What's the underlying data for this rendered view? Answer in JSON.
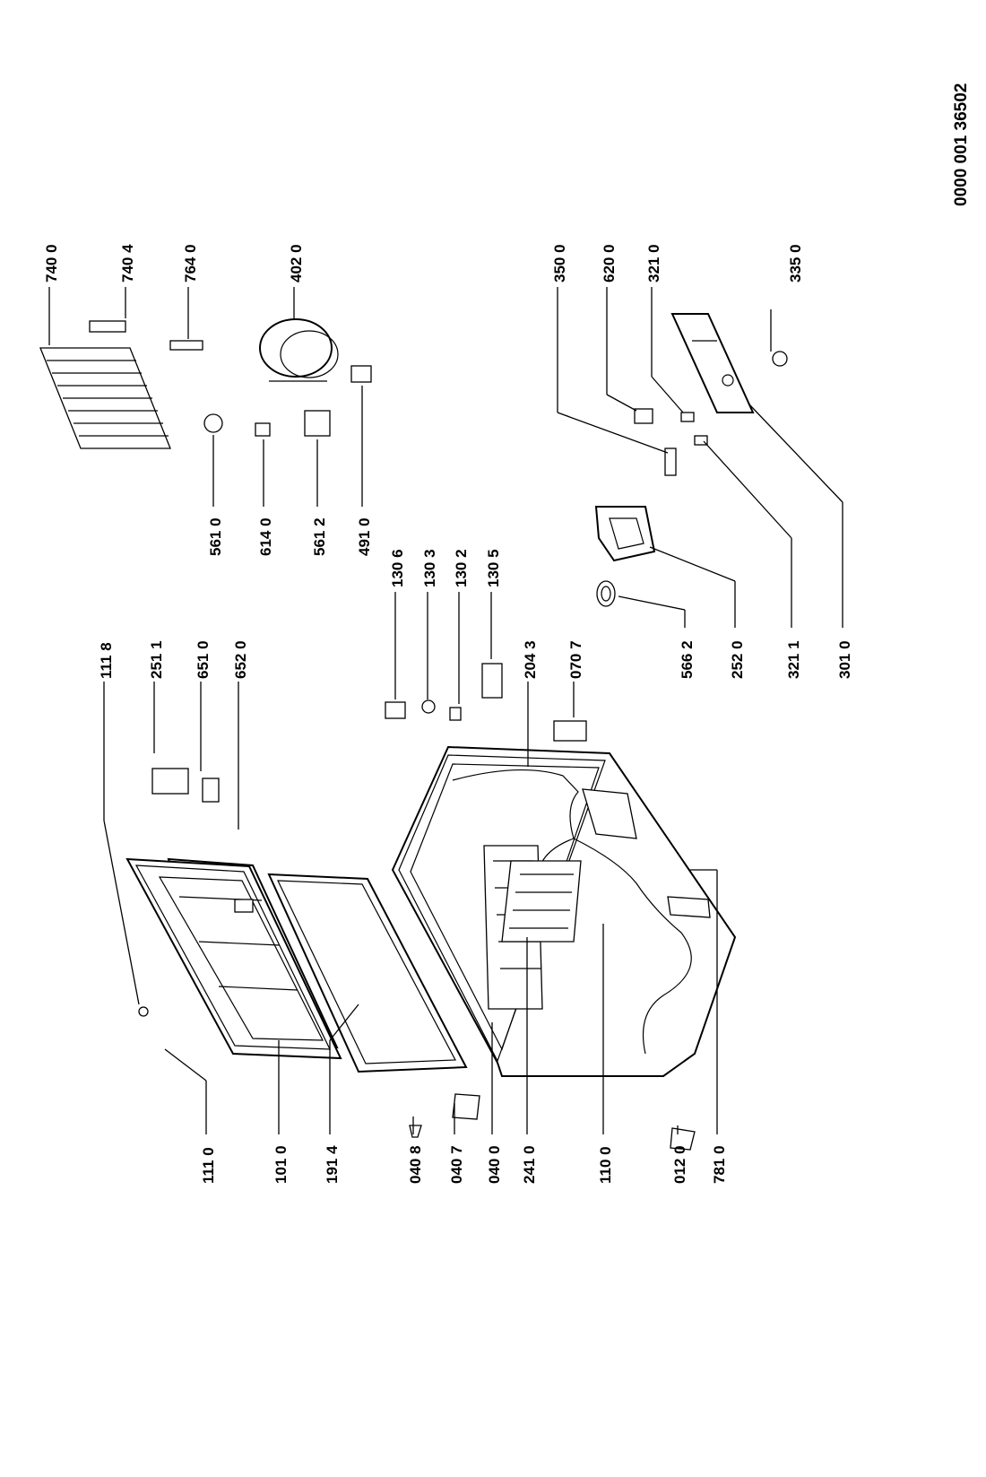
{
  "document_number": "0000 001 36502",
  "part_labels": {
    "p1118": "111 8",
    "p2511": "251 1",
    "p6510": "651 0",
    "p6520": "652 0",
    "p1110": "111 0",
    "p1010": "101 0",
    "p1914": "191 4",
    "p0408": "040 8",
    "p0407": "040 7",
    "p0400": "040 0",
    "p2410": "241 0",
    "p1100": "110 0",
    "p0120": "012 0",
    "p7810": "781 0",
    "p1306": "130 6",
    "p1303": "130 3",
    "p1302": "130 2",
    "p1305": "130 5",
    "p2043": "204 3",
    "p0707": "070 7",
    "p5610": "561 0",
    "p6140": "614 0",
    "p5612": "561 2",
    "p4910": "491 0",
    "p7400": "740 0",
    "p7404": "740 4",
    "p7640": "764 0",
    "p4020": "402 0",
    "p3500": "350 0",
    "p6200": "620 0",
    "p3210": "321 0",
    "p3350": "335 0",
    "p5662": "566 2",
    "p2520": "252 0",
    "p3211": "321 1",
    "p3010": "301 0"
  }
}
